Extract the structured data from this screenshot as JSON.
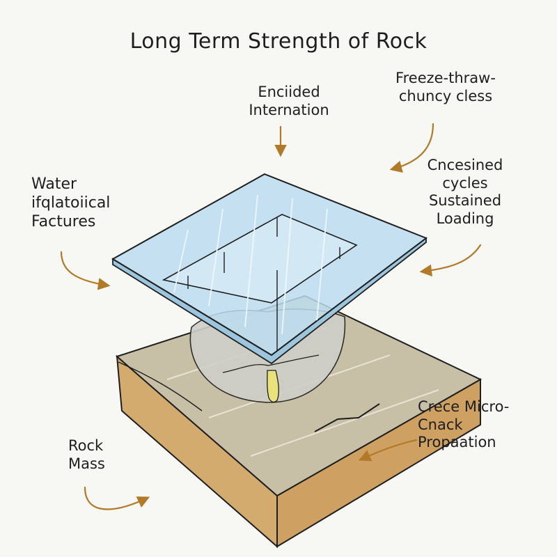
{
  "title": "Long Term Strength of Rock",
  "labels": {
    "encircled": [
      "Enciided",
      "Internation"
    ],
    "freeze": [
      "Freeze-thraw-",
      "chuncy cless"
    ],
    "sustained": [
      "Cncesined",
      "cycles",
      "Sustained",
      "Loading"
    ],
    "water": [
      "Water",
      "ifqlatoiical",
      "Factures"
    ],
    "micro": [
      "Crece Micro-",
      "Cnack",
      "Propaation"
    ],
    "rock": [
      "Rock",
      "Mass"
    ]
  },
  "colors": {
    "ink": "#1e1e1e",
    "arrow": "#b07a28",
    "glass": "#bcdcee",
    "rock_top": "#c7bfa6",
    "rock_side": "#d3ab6f",
    "stress_bulb": "#cfcfc9",
    "drip": "#e9e27a"
  }
}
